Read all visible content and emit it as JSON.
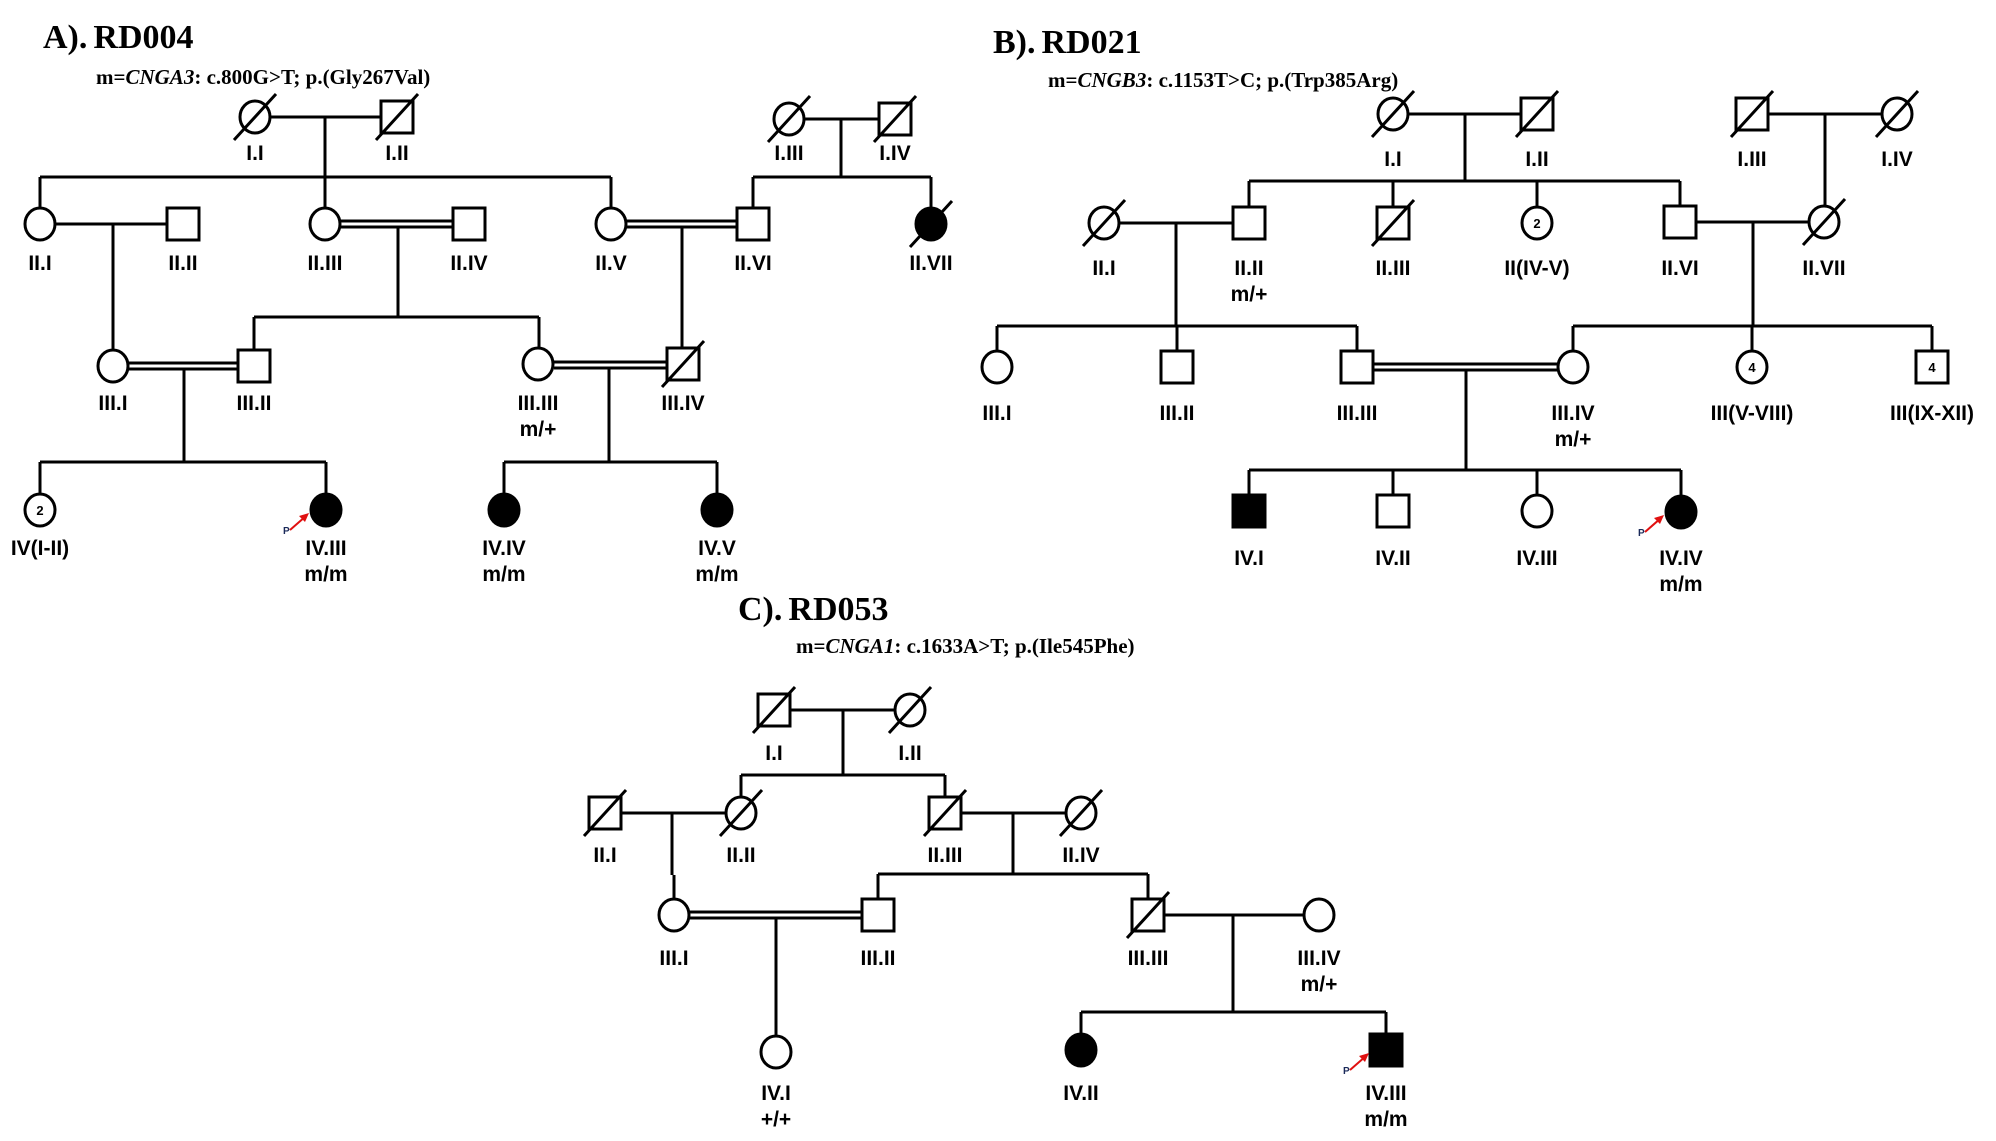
{
  "figure": {
    "panels": [
      {
        "id": "A",
        "title_prefix": "A).",
        "title_family": "RD004",
        "mutation": {
          "prefix": "m=",
          "gene": "CNGA3",
          "rest": ": c.800G>T; p.(Gly267Val)"
        },
        "individuals": [
          {
            "id": "I.I",
            "sex": "female",
            "deceased": true,
            "affected": false
          },
          {
            "id": "I.II",
            "sex": "male",
            "deceased": true,
            "affected": false
          },
          {
            "id": "I.III",
            "sex": "female",
            "deceased": true,
            "affected": false
          },
          {
            "id": "I.IV",
            "sex": "male",
            "deceased": true,
            "affected": false
          },
          {
            "id": "II.I",
            "sex": "female",
            "deceased": false,
            "affected": false
          },
          {
            "id": "II.II",
            "sex": "male",
            "deceased": false,
            "affected": false
          },
          {
            "id": "II.III",
            "sex": "female",
            "deceased": false,
            "affected": false
          },
          {
            "id": "II.IV",
            "sex": "male",
            "deceased": false,
            "affected": false
          },
          {
            "id": "II.V",
            "sex": "female",
            "deceased": false,
            "affected": false
          },
          {
            "id": "II.VI",
            "sex": "male",
            "deceased": false,
            "affected": false
          },
          {
            "id": "II.VII",
            "sex": "female",
            "deceased": true,
            "affected": true
          },
          {
            "id": "III.I",
            "sex": "female",
            "deceased": false,
            "affected": false
          },
          {
            "id": "III.II",
            "sex": "male",
            "deceased": false,
            "affected": false
          },
          {
            "id": "III.III",
            "sex": "female",
            "deceased": false,
            "affected": false,
            "genotype": "m/+"
          },
          {
            "id": "III.IV",
            "sex": "male",
            "deceased": true,
            "affected": false
          },
          {
            "id": "IV(I-II)",
            "sex": "female",
            "deceased": false,
            "affected": false,
            "count": "2"
          },
          {
            "id": "IV.III",
            "sex": "female",
            "deceased": false,
            "affected": true,
            "genotype": "m/m",
            "proband": true
          },
          {
            "id": "IV.IV",
            "sex": "female",
            "deceased": false,
            "affected": true,
            "genotype": "m/m"
          },
          {
            "id": "IV.V",
            "sex": "female",
            "deceased": false,
            "affected": true,
            "genotype": "m/m"
          }
        ]
      },
      {
        "id": "B",
        "title_prefix": "B).",
        "title_family": "RD021",
        "mutation": {
          "prefix": "m=",
          "gene": "CNGB3",
          "rest": ": c.1153T>C; p.(Trp385Arg)"
        },
        "individuals": [
          {
            "id": "I.I",
            "sex": "female",
            "deceased": true,
            "affected": false
          },
          {
            "id": "I.II",
            "sex": "male",
            "deceased": true,
            "affected": false
          },
          {
            "id": "I.III",
            "sex": "male",
            "deceased": true,
            "affected": false
          },
          {
            "id": "I.IV",
            "sex": "female",
            "deceased": true,
            "affected": false
          },
          {
            "id": "II.I",
            "sex": "female",
            "deceased": true,
            "affected": false
          },
          {
            "id": "II.II",
            "sex": "male",
            "deceased": false,
            "affected": false,
            "genotype": "m/+"
          },
          {
            "id": "II.III",
            "sex": "male",
            "deceased": true,
            "affected": false
          },
          {
            "id": "II(IV-V)",
            "sex": "female",
            "deceased": false,
            "affected": false,
            "count": "2"
          },
          {
            "id": "II.VI",
            "sex": "male",
            "deceased": false,
            "affected": false
          },
          {
            "id": "II.VII",
            "sex": "female",
            "deceased": true,
            "affected": false
          },
          {
            "id": "III.I",
            "sex": "female",
            "deceased": false,
            "affected": false
          },
          {
            "id": "III.II",
            "sex": "male",
            "deceased": false,
            "affected": false
          },
          {
            "id": "III.III",
            "sex": "male",
            "deceased": false,
            "affected": false
          },
          {
            "id": "III.IV",
            "sex": "female",
            "deceased": false,
            "affected": false,
            "genotype": "m/+"
          },
          {
            "id": "III(V-VIII)",
            "sex": "female",
            "deceased": false,
            "affected": false,
            "count": "4"
          },
          {
            "id": "III(IX-XII)",
            "sex": "male",
            "deceased": false,
            "affected": false,
            "count": "4"
          },
          {
            "id": "IV.I",
            "sex": "male",
            "deceased": false,
            "affected": true
          },
          {
            "id": "IV.II",
            "sex": "male",
            "deceased": false,
            "affected": false
          },
          {
            "id": "IV.III",
            "sex": "female",
            "deceased": false,
            "affected": false
          },
          {
            "id": "IV.IV",
            "sex": "female",
            "deceased": false,
            "affected": true,
            "genotype": "m/m",
            "proband": true
          }
        ]
      },
      {
        "id": "C",
        "title_prefix": "C).",
        "title_family": "RD053",
        "mutation": {
          "prefix": "m=",
          "gene": "CNGA1",
          "rest": ": c.1633A>T; p.(Ile545Phe)"
        },
        "individuals": [
          {
            "id": "I.I",
            "sex": "male",
            "deceased": true,
            "affected": false
          },
          {
            "id": "I.II",
            "sex": "female",
            "deceased": true,
            "affected": false
          },
          {
            "id": "II.I",
            "sex": "male",
            "deceased": true,
            "affected": false
          },
          {
            "id": "II.II",
            "sex": "female",
            "deceased": true,
            "affected": false
          },
          {
            "id": "II.III",
            "sex": "male",
            "deceased": true,
            "affected": false
          },
          {
            "id": "II.IV",
            "sex": "female",
            "deceased": true,
            "affected": false
          },
          {
            "id": "III.I",
            "sex": "female",
            "deceased": false,
            "affected": false
          },
          {
            "id": "III.II",
            "sex": "male",
            "deceased": false,
            "affected": false
          },
          {
            "id": "III.III",
            "sex": "male",
            "deceased": true,
            "affected": false
          },
          {
            "id": "III.IV",
            "sex": "female",
            "deceased": false,
            "affected": false,
            "genotype": "m/+"
          },
          {
            "id": "IV.I",
            "sex": "female",
            "deceased": false,
            "affected": false,
            "genotype": "+/+"
          },
          {
            "id": "IV.II",
            "sex": "female",
            "deceased": false,
            "affected": true
          },
          {
            "id": "IV.III",
            "sex": "male",
            "deceased": false,
            "affected": true,
            "genotype": "m/m",
            "proband": true
          }
        ]
      }
    ],
    "proband_marker": "P",
    "colors": {
      "line": "#000000",
      "affected_fill": "#000000",
      "proband_arrow": "#e01010"
    }
  }
}
